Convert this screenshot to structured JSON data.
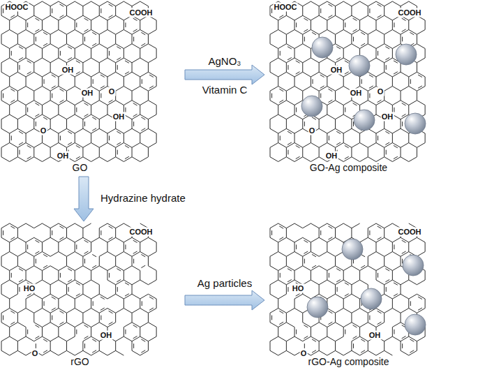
{
  "diagram": {
    "nodes": [
      {
        "text": [
          "GO"
        ]
      },
      {
        "text": [
          "GO-Ag composite"
        ]
      },
      {
        "text": [
          "rGO"
        ]
      },
      {
        "text": [
          "rGO-Ag composite"
        ]
      }
    ],
    "edges": [
      {
        "from": 0,
        "to": 1,
        "arrow": "to",
        "label": "AgNO₃"
      },
      {
        "from": 0,
        "to": 2,
        "arrow": "to",
        "label": "Hydrazine hydrate"
      },
      {
        "from": 2,
        "to": 3,
        "arrow": "to",
        "label": "Ag particles"
      }
    ],
    "labels": [
      "HOOC",
      "COOH",
      "OH",
      "OH",
      "O",
      "OH",
      "O",
      "OH",
      "HOOC",
      "COOH",
      "OH",
      "OH",
      "O",
      "OH",
      "O",
      "OH",
      "Vitamin C",
      "COOH",
      "HO",
      "OH",
      "O",
      "COOH",
      "HO",
      "OH",
      "O"
    ]
  }
}
